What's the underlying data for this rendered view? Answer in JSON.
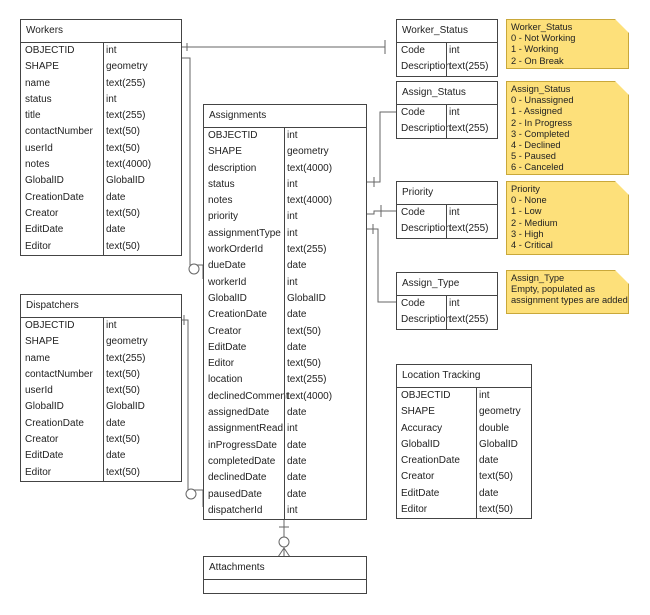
{
  "tables": {
    "workers": {
      "title": "Workers",
      "fields": [
        {
          "name": "OBJECTID",
          "type": "int"
        },
        {
          "name": "SHAPE",
          "type": "geometry"
        },
        {
          "name": "name",
          "type": "text(255)"
        },
        {
          "name": "status",
          "type": "int"
        },
        {
          "name": "title",
          "type": "text(255)"
        },
        {
          "name": "contactNumber",
          "type": "text(50)"
        },
        {
          "name": "userId",
          "type": "text(50)"
        },
        {
          "name": "notes",
          "type": "text(4000)"
        },
        {
          "name": "GlobalID",
          "type": "GlobalID"
        },
        {
          "name": "CreationDate",
          "type": "date"
        },
        {
          "name": "Creator",
          "type": "text(50)"
        },
        {
          "name": "EditDate",
          "type": "date"
        },
        {
          "name": "Editor",
          "type": "text(50)"
        }
      ]
    },
    "dispatchers": {
      "title": "Dispatchers",
      "fields": [
        {
          "name": "OBJECTID",
          "type": "int"
        },
        {
          "name": "SHAPE",
          "type": "geometry"
        },
        {
          "name": "name",
          "type": "text(255)"
        },
        {
          "name": "contactNumber",
          "type": "text(50)"
        },
        {
          "name": "userId",
          "type": "text(50)"
        },
        {
          "name": "GlobalID",
          "type": "GlobalID"
        },
        {
          "name": "CreationDate",
          "type": "date"
        },
        {
          "name": "Creator",
          "type": "text(50)"
        },
        {
          "name": "EditDate",
          "type": "date"
        },
        {
          "name": "Editor",
          "type": "text(50)"
        }
      ]
    },
    "assignments": {
      "title": "Assignments",
      "fields": [
        {
          "name": "OBJECTID",
          "type": "int"
        },
        {
          "name": "SHAPE",
          "type": "geometry"
        },
        {
          "name": "description",
          "type": "text(4000)"
        },
        {
          "name": "status",
          "type": "int"
        },
        {
          "name": "notes",
          "type": "text(4000)"
        },
        {
          "name": "priority",
          "type": "int"
        },
        {
          "name": "assignmentType",
          "type": "int"
        },
        {
          "name": "workOrderId",
          "type": "text(255)"
        },
        {
          "name": "dueDate",
          "type": "date"
        },
        {
          "name": "workerId",
          "type": "int"
        },
        {
          "name": "GlobalID",
          "type": "GlobalID"
        },
        {
          "name": "CreationDate",
          "type": "date"
        },
        {
          "name": "Creator",
          "type": "text(50)"
        },
        {
          "name": "EditDate",
          "type": "date"
        },
        {
          "name": "Editor",
          "type": "text(50)"
        },
        {
          "name": "location",
          "type": "text(255)"
        },
        {
          "name": "declinedComment",
          "type": "text(4000)"
        },
        {
          "name": "assignedDate",
          "type": "date"
        },
        {
          "name": "assignmentRead",
          "type": "int"
        },
        {
          "name": "inProgressDate",
          "type": "date"
        },
        {
          "name": "completedDate",
          "type": "date"
        },
        {
          "name": "declinedDate",
          "type": "date"
        },
        {
          "name": "pausedDate",
          "type": "date"
        },
        {
          "name": "dispatcherId",
          "type": "int"
        }
      ]
    },
    "worker_status": {
      "title": "Worker_Status",
      "fields": [
        {
          "name": "Code",
          "type": "int"
        },
        {
          "name": "Description",
          "type": "text(255)"
        }
      ]
    },
    "assign_status": {
      "title": "Assign_Status",
      "fields": [
        {
          "name": "Code",
          "type": "int"
        },
        {
          "name": "Description",
          "type": "text(255)"
        }
      ]
    },
    "priority": {
      "title": "Priority",
      "fields": [
        {
          "name": "Code",
          "type": "int"
        },
        {
          "name": "Description",
          "type": "text(255)"
        }
      ]
    },
    "assign_type": {
      "title": "Assign_Type",
      "fields": [
        {
          "name": "Code",
          "type": "int"
        },
        {
          "name": "Description",
          "type": "text(255)"
        }
      ]
    },
    "location_tracking": {
      "title": "Location Tracking",
      "fields": [
        {
          "name": "OBJECTID",
          "type": "int"
        },
        {
          "name": "SHAPE",
          "type": "geometry"
        },
        {
          "name": "Accuracy",
          "type": "double"
        },
        {
          "name": "GlobalID",
          "type": "GlobalID"
        },
        {
          "name": "CreationDate",
          "type": "date"
        },
        {
          "name": "Creator",
          "type": "text(50)"
        },
        {
          "name": "EditDate",
          "type": "date"
        },
        {
          "name": "Editor",
          "type": "text(50)"
        }
      ]
    },
    "attachments": {
      "title": "Attachments",
      "fields": []
    }
  },
  "notes": {
    "worker_status": [
      "Worker_Status",
      "0 - Not Working",
      "1 - Working",
      "2 - On Break"
    ],
    "assign_status": [
      "Assign_Status",
      "0 - Unassigned",
      "1 - Assigned",
      "2 - In Progress",
      "3 - Completed",
      "4 - Declined",
      "5 - Paused",
      "6 - Canceled"
    ],
    "priority": [
      "Priority",
      "0 - None",
      "1 - Low",
      "2 - Medium",
      "3 - High",
      "4 - Critical"
    ],
    "assign_type": [
      "Assign_Type",
      "Empty, populated as",
      "assignment types are added"
    ]
  },
  "colors": {
    "note_fill": "#fde07a",
    "note_border": "#c9a83a",
    "line": "#666666",
    "border": "#444444"
  }
}
